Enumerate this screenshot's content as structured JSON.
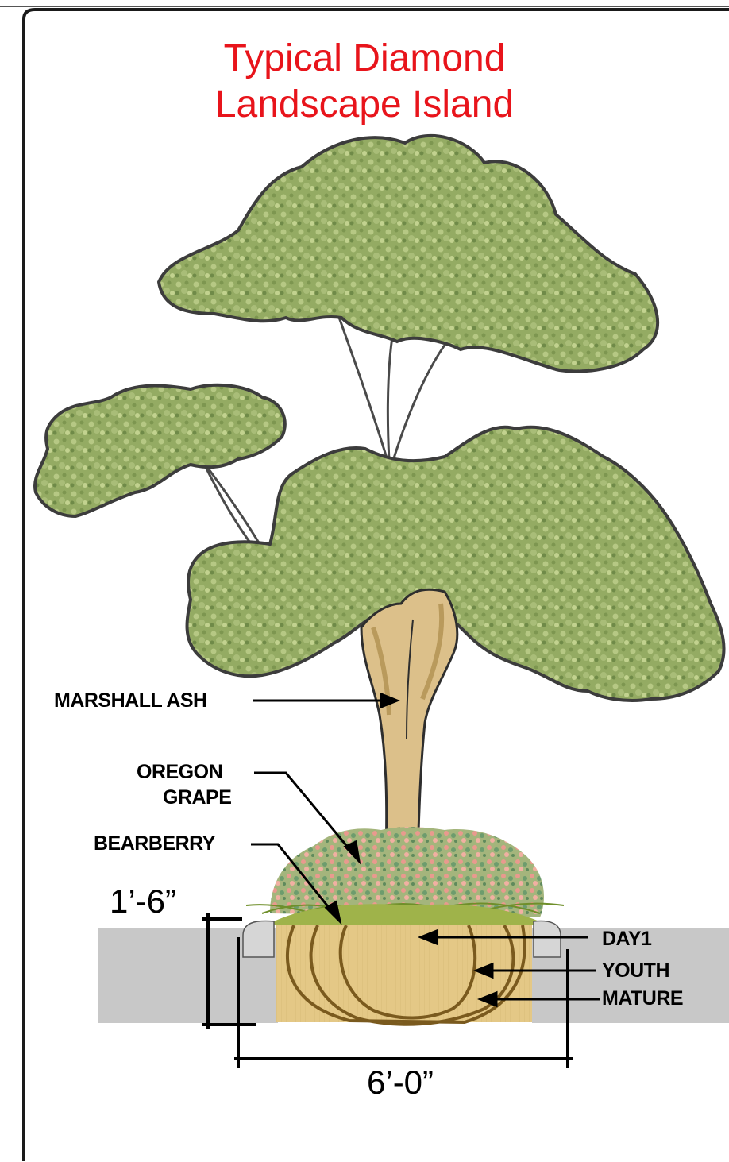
{
  "title": {
    "line1": "Typical Diamond",
    "line2": "Landscape Island"
  },
  "labels": {
    "tree": "MARSHALL ASH",
    "shrub_line1": "OREGON",
    "shrub_line2": "GRAPE",
    "groundcover": "BEARBERRY",
    "growth_day1": "DAY1",
    "growth_youth": "YOUTH",
    "growth_mature": "MATURE"
  },
  "dimensions": {
    "height": "1’-6”",
    "width": "6’-0”"
  },
  "colors": {
    "title": "#e8141b",
    "foliage": "#8fa860",
    "trunk": "#dcc08a",
    "soil": "#e3c784",
    "curb": "#c8c8c8",
    "root_rings": "#7a5a1e"
  }
}
